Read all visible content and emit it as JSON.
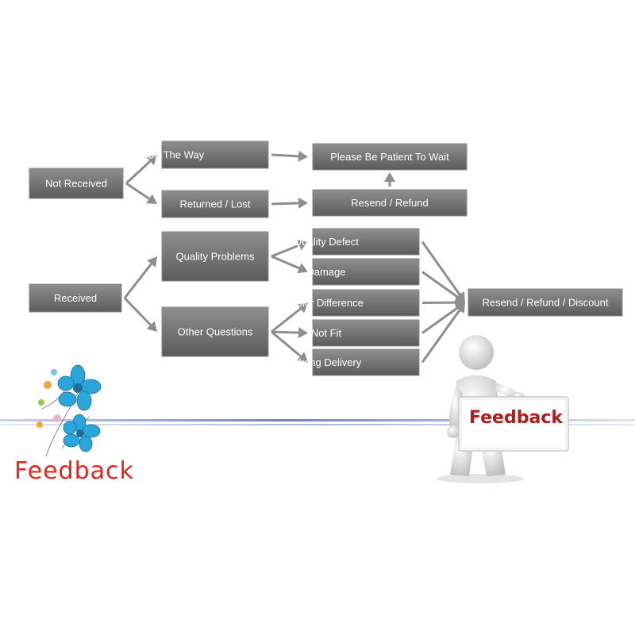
{
  "diagram": {
    "nodes": [
      {
        "id": "not_received",
        "label": "Not Received"
      },
      {
        "id": "on_the_way",
        "label": "On The Way"
      },
      {
        "id": "returned_lost",
        "label": "Returned / Lost"
      },
      {
        "id": "patient_wait",
        "label": "Please Be Patient To Wait"
      },
      {
        "id": "resend_refund",
        "label": "Resend / Refund"
      },
      {
        "id": "received",
        "label": "Received"
      },
      {
        "id": "quality_problems",
        "label": "Quality Problems"
      },
      {
        "id": "other_questions",
        "label": "Other Questions"
      },
      {
        "id": "quality_defect",
        "label": "Quality Defect"
      },
      {
        "id": "damage",
        "label": "Damage"
      },
      {
        "id": "color_difference",
        "label": "Color Difference"
      },
      {
        "id": "not_fit",
        "label": "Not Fit"
      },
      {
        "id": "wrong_delivery",
        "label": "Wrong Delivery"
      },
      {
        "id": "resend_refund_discount",
        "label": "Resend / Refund / Discount"
      }
    ],
    "edges": [
      {
        "from": "not_received",
        "to": "on_the_way"
      },
      {
        "from": "not_received",
        "to": "returned_lost"
      },
      {
        "from": "on_the_way",
        "to": "patient_wait"
      },
      {
        "from": "returned_lost",
        "to": "resend_refund"
      },
      {
        "from": "resend_refund",
        "to": "patient_wait"
      },
      {
        "from": "received",
        "to": "quality_problems"
      },
      {
        "from": "received",
        "to": "other_questions"
      },
      {
        "from": "quality_problems",
        "to": "quality_defect"
      },
      {
        "from": "quality_problems",
        "to": "damage"
      },
      {
        "from": "other_questions",
        "to": "color_difference"
      },
      {
        "from": "other_questions",
        "to": "not_fit"
      },
      {
        "from": "other_questions",
        "to": "wrong_delivery"
      },
      {
        "from": "quality_defect",
        "to": "resend_refund_discount"
      },
      {
        "from": "damage",
        "to": "resend_refund_discount"
      },
      {
        "from": "color_difference",
        "to": "resend_refund_discount"
      },
      {
        "from": "not_fit",
        "to": "resend_refund_discount"
      },
      {
        "from": "wrong_delivery",
        "to": "resend_refund_discount"
      }
    ]
  },
  "banner": {
    "left_text": "Feedback",
    "board_text": "Feedback"
  },
  "colors": {
    "box_top": "#8f8f8f",
    "box_bottom": "#5b5b5b",
    "arrow": "#8e8e8e",
    "feedback_red": "#e8231c",
    "board_red": "#b51a1a"
  }
}
